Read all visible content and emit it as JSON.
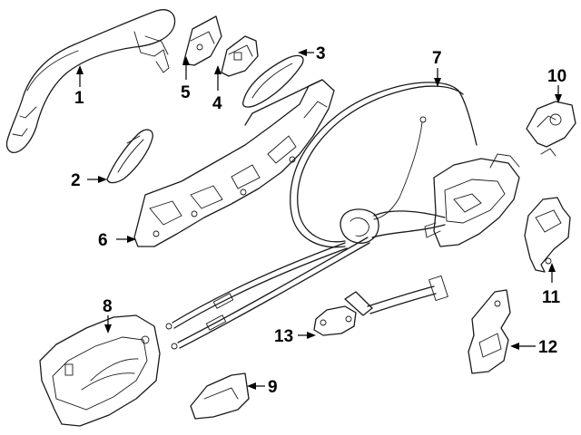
{
  "callouts": [
    {
      "id": "1",
      "text": "1"
    },
    {
      "id": "2",
      "text": "2"
    },
    {
      "id": "3",
      "text": "3"
    },
    {
      "id": "4",
      "text": "4"
    },
    {
      "id": "5",
      "text": "5"
    },
    {
      "id": "6",
      "text": "6"
    },
    {
      "id": "7",
      "text": "7"
    },
    {
      "id": "8",
      "text": "8"
    },
    {
      "id": "9",
      "text": "9"
    },
    {
      "id": "10",
      "text": "10"
    },
    {
      "id": "11",
      "text": "11"
    },
    {
      "id": "12",
      "text": "12"
    },
    {
      "id": "13",
      "text": "13"
    }
  ],
  "colors": {
    "line": "#1a1a1a",
    "background": "#ffffff"
  }
}
